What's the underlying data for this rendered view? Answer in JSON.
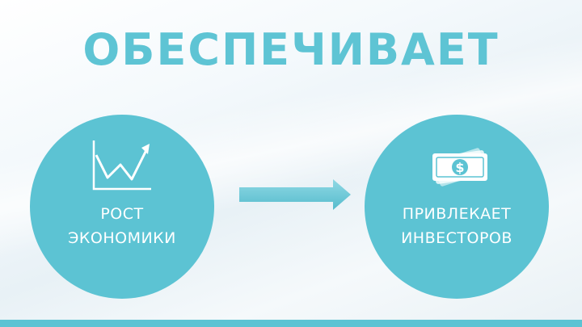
{
  "title": "ОБЕСПЕЧИВАЕТ",
  "left": {
    "line1": "РОСТ",
    "line2": "ЭКОНОМИКИ",
    "icon": "growth-chart-icon"
  },
  "right": {
    "line1": "ПРИВЛЕКАЕТ",
    "line2": "ИНВЕСТОРОВ",
    "icon": "money-icon",
    "currency_symbol": "$"
  },
  "colors": {
    "accent": "#5cc3d3",
    "title": "#5ec4d4"
  }
}
